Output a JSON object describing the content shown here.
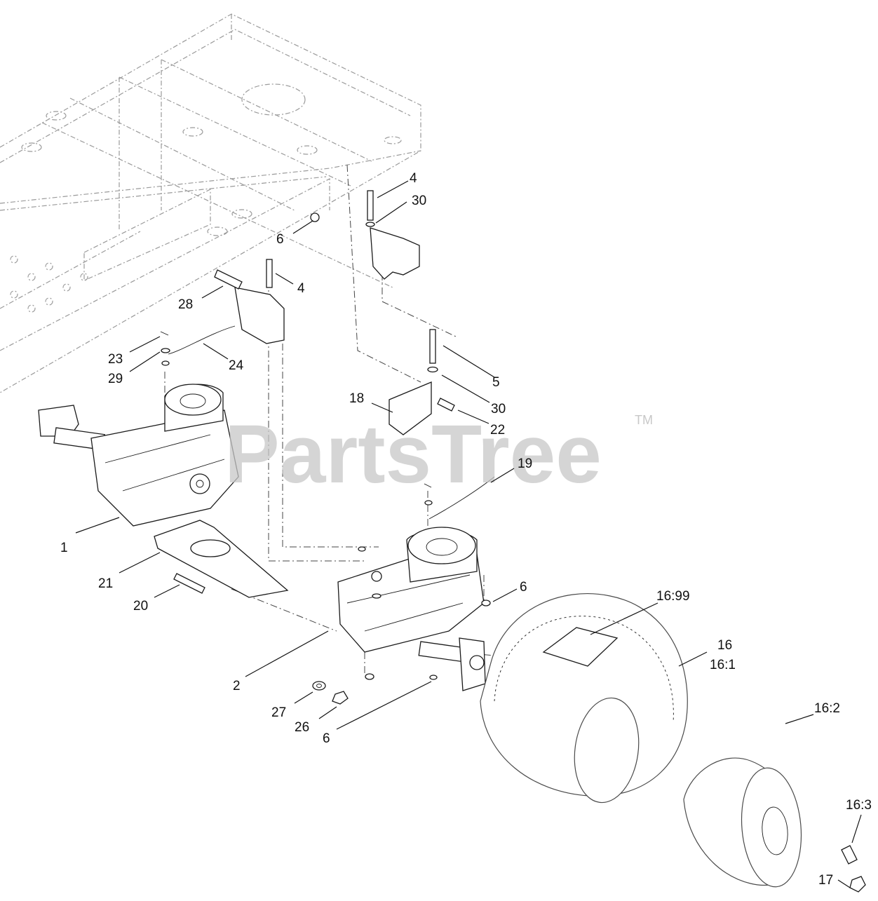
{
  "watermark": {
    "text": "PartsTree",
    "tm": "TM"
  },
  "callouts": {
    "c4_top": "4",
    "c30_top": "30",
    "c6_top": "6",
    "c4_mid": "4",
    "c28": "28",
    "c23": "23",
    "c29": "29",
    "c24": "24",
    "c5": "5",
    "c30_mid": "30",
    "c18": "18",
    "c22": "22",
    "c19": "19",
    "c1": "1",
    "c21": "21",
    "c20": "20",
    "c6_right": "6",
    "c16_99": "16:99",
    "c16": "16",
    "c16_1": "16:1",
    "c2": "2",
    "c27": "27",
    "c26": "26",
    "c6_bottom": "6",
    "c16_2": "16:2",
    "c16_3": "16:3",
    "c17": "17"
  }
}
